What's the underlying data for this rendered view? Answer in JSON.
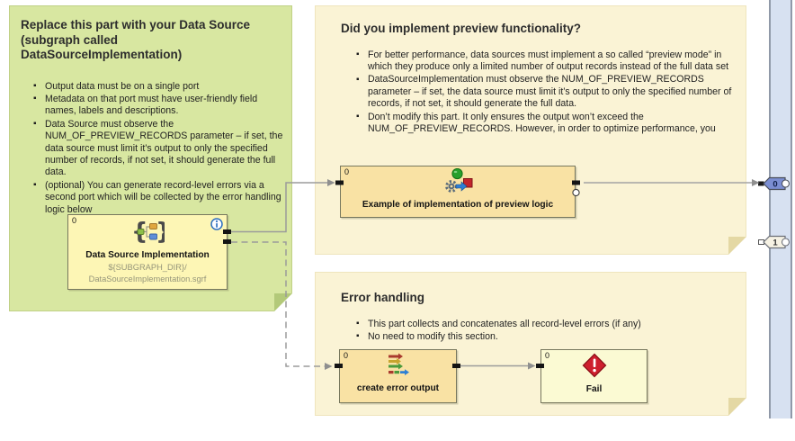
{
  "notes": {
    "data_source": {
      "title": "Replace this part with your Data Source (subgraph called DataSourceImplementation)",
      "bullets": [
        "Output data must be on a single port",
        "Metadata on that port must have user-friendly field names, labels and descriptions.",
        "Data Source must observe the NUM_OF_PREVIEW_RECORDS parameter – if set, the data source must limit it’s output to only the specified number of records, if not set, it should generate the full data.",
        "(optional) You can generate record-level errors via a second port which will be collected by the error handling logic below"
      ],
      "fill": "#d8e7a1",
      "fold_color": "#b3c979"
    },
    "preview": {
      "title": "Did you implement preview functionality?",
      "bullets": [
        "For better performance, data sources must implement a so called “preview mode” in which they produce only a limited number of output records instead of the full data set",
        "DataSourceImplementation must observe the NUM_OF_PREVIEW_RECORDS parameter – if set, the data source must limit it’s output to only the specified number of records, if not set, it should generate the full data.",
        "Don’t modify this part. It only ensures the output won’t exceed the NUM_OF_PREVIEW_RECORDS. However, in order to optimize performance, you"
      ],
      "fill": "#faf3d5",
      "fold_color": "#e4d8a4"
    },
    "error": {
      "title": "Error handling",
      "bullets": [
        "This part collects and concatenates all record-level errors (if any)",
        "No need to modify this section."
      ],
      "fill": "#faf3d5",
      "fold_color": "#e4d8a4"
    }
  },
  "nodes": {
    "dsi": {
      "port_label": "0",
      "label": "Data Source Implementation",
      "sublabel_line1": "${SUBGRAPH_DIR}/",
      "sublabel_line2": "DataSourceImplementation.sgrf",
      "icon": "subgraph-icon",
      "has_info_badge": true,
      "fill": "#fdf6b5"
    },
    "example": {
      "port_label": "0",
      "label": "Example of implementation of preview logic",
      "icon": "preview-logic-icon",
      "fill": "#f9e2a4"
    },
    "create_error": {
      "port_label": "0",
      "label": "create error output",
      "icon": "concatenate-icon",
      "fill": "#f9e2a4"
    },
    "fail": {
      "port_label": "0",
      "label": "Fail",
      "icon": "fail-icon",
      "fill": "#fbfad3"
    }
  },
  "output_bar": {
    "fill": "#d7e1f1",
    "ports": [
      {
        "label": "0",
        "selected": true,
        "fill": "#7b8ed2"
      },
      {
        "label": "1",
        "selected": false,
        "fill": "#f6f2e4"
      }
    ]
  },
  "edges": {
    "color": "#9b9b9b",
    "dsi_to_example": "solid",
    "dsi_to_create_error": "dashed",
    "example_to_output0": "solid",
    "create_error_to_fail": "solid"
  }
}
